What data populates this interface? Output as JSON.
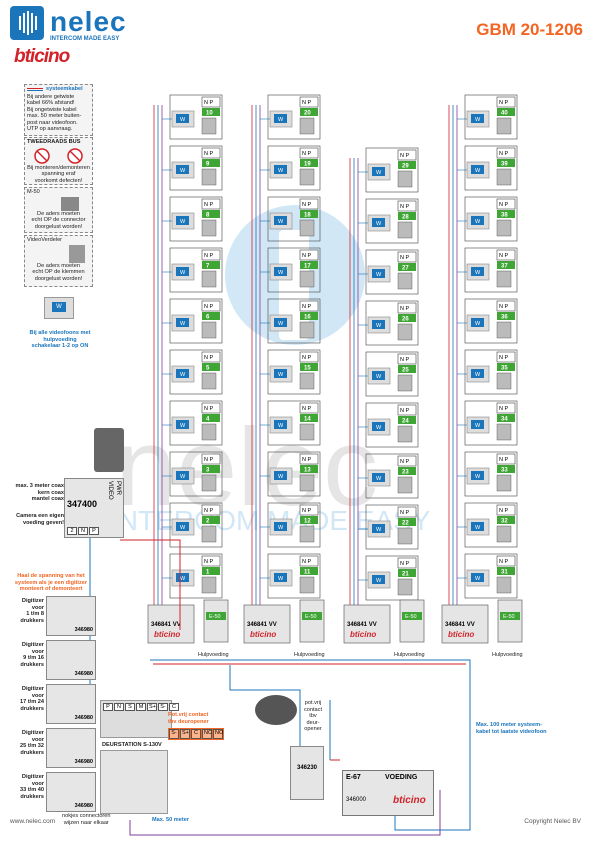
{
  "header": {
    "brand": "nelec",
    "tagline": "INTERCOM MADE EASY",
    "brand2": "bticino",
    "title": "GBM 20-1206"
  },
  "legend": {
    "systeem_title": "systeemkabel",
    "systeem_lines": [
      "Bij andere getwiste",
      "kabel 66% afstand!",
      "Bij ongetwiste kabel",
      "max. 50 meter buiten-",
      "post naar videofoon.",
      "UTP op aanvraag."
    ],
    "bus_title": "TWEEDRAADS BUS",
    "bus_lines": [
      "Bij monteren/demonteren",
      "spanning eraf",
      "voorkomt defecten!"
    ],
    "m50_title": "M-50",
    "m50_lines": [
      "De aders moeten",
      "echt OP de connector",
      "doorgelust worden!"
    ],
    "vv_title": "VideoVerdeler",
    "vv_lines": [
      "De aders moeten",
      "echt OP de klemmen",
      "doorgelust worden!"
    ],
    "w_label": "W",
    "aux_lines": [
      "Bij alle videofoons met",
      "hulpvoeding",
      "schakelaar 1-2 op ON"
    ]
  },
  "columns": [
    {
      "floors": [
        "10",
        "9",
        "8",
        "7",
        "6",
        "5",
        "4",
        "3",
        "2",
        "1"
      ]
    },
    {
      "floors": [
        "20",
        "19",
        "18",
        "17",
        "16",
        "15",
        "14",
        "13",
        "12",
        "11"
      ]
    },
    {
      "floors": [
        "29",
        "28",
        "27",
        "26",
        "25",
        "24",
        "23",
        "22",
        "21"
      ]
    },
    {
      "floors": [
        "40",
        "39",
        "38",
        "37",
        "36",
        "35",
        "34",
        "33",
        "32",
        "31"
      ]
    }
  ],
  "np_labels": {
    "n": "N",
    "p": "P"
  },
  "distributors": [
    {
      "model": "346841",
      "vv": "VV",
      "brand": "bticino",
      "psu": "E-50",
      "psu_label": "Hulpvoeding"
    },
    {
      "model": "346841",
      "vv": "VV",
      "brand": "bticino",
      "psu": "E-50",
      "psu_label": "Hulpvoeding"
    },
    {
      "model": "346841",
      "vv": "VV",
      "brand": "bticino",
      "psu": "E-50",
      "psu_label": "Hulpvoeding"
    },
    {
      "model": "346841",
      "vv": "VV",
      "brand": "bticino",
      "psu": "E-50",
      "psu_label": "Hulpvoeding"
    }
  ],
  "camera": {
    "coax_lines": [
      "max. 3 meter coax",
      "kern coax",
      "mantel coax"
    ],
    "power_lines": [
      "Camera een eigen",
      "voeding geven!"
    ],
    "module": "347400",
    "video": "VIDEO",
    "pwr": "PWR",
    "terminals": [
      "2",
      "N",
      "P"
    ]
  },
  "digitizers": {
    "hint_lines": [
      "Haal de spanning van het",
      "systeem als je een digitizer",
      "monteert of demonteert"
    ],
    "items": [
      {
        "lines": [
          "Digitizer",
          "voor",
          "1 t/m 8",
          "drukkers"
        ]
      },
      {
        "lines": [
          "Digitizer",
          "voor",
          "9 t/m 16",
          "drukkers"
        ]
      },
      {
        "lines": [
          "Digitizer",
          "voor",
          "17 t/m 24",
          "drukkers"
        ]
      },
      {
        "lines": [
          "Digitizer",
          "voor",
          "25 t/m 32",
          "drukkers"
        ]
      },
      {
        "lines": [
          "Digitizer",
          "voor",
          "33 t/m 40",
          "drukkers"
        ]
      }
    ],
    "module": "346980"
  },
  "door": {
    "station": "DEURSTATION S-130V",
    "terminals": [
      "P",
      "N",
      "S",
      "M",
      "S+",
      "S-",
      "C"
    ],
    "contact_lines": [
      "Pot.vrij contact",
      "tbv deuropener"
    ],
    "contact_terminals": [
      "S-",
      "S+",
      "C",
      "NC",
      "NO"
    ],
    "max50": "Max. 50 meter",
    "nokjes": [
      "nokjes connectoren",
      "wijzen naar elkaar"
    ]
  },
  "relay": {
    "lines": [
      "pot.vrij",
      "contact",
      "tbv",
      "deur-",
      "opener"
    ],
    "module": "346230"
  },
  "power": {
    "e67": "E-67",
    "voeding": "VOEDING",
    "brand": "bticino",
    "part": "346000"
  },
  "notes": {
    "max100": [
      "Max. 100 meter systeem-",
      "kabel tot laatste videofoon"
    ]
  },
  "watermark": {
    "word": "nelec",
    "tagline": "INTERCOM MADE EASY"
  },
  "footer": {
    "url": "www.nelec.com",
    "copyright": "Copyright Nelec BV"
  }
}
